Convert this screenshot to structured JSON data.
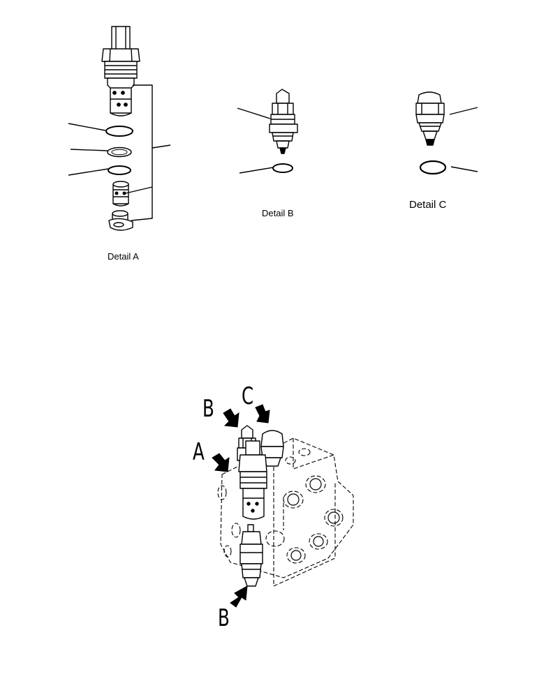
{
  "details": {
    "a": "Detail A",
    "b": "Detail B",
    "c": "Detail C"
  },
  "callouts": {
    "b_top": "B",
    "c": "C",
    "a": "A",
    "b_bottom": "B"
  },
  "colors": {
    "line": "#000000",
    "background": "#ffffff"
  }
}
